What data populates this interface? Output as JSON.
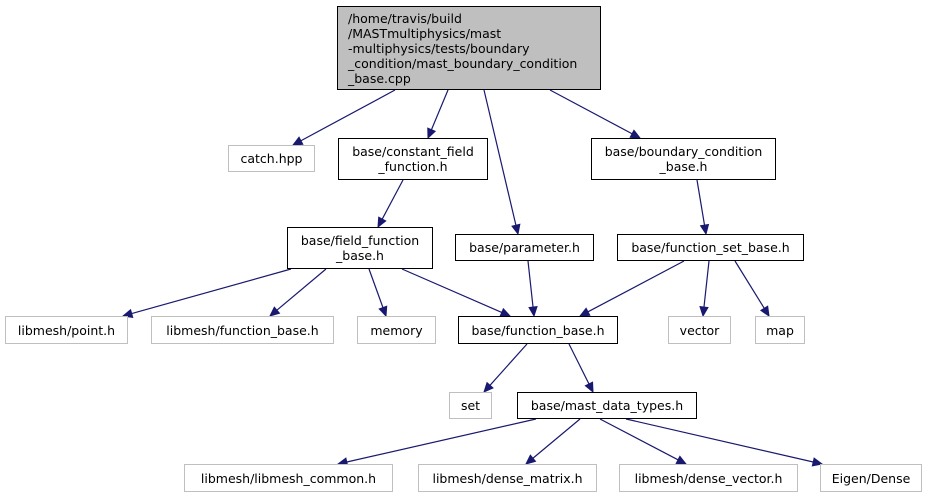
{
  "root": {
    "id": "root",
    "label": "/home/travis/build\n/MASTmultiphysics/mast\n-multiphysics/tests/boundary\n_condition/mast_boundary_condition\n_base.cpp"
  },
  "nodes": [
    {
      "id": "catch",
      "label": "catch.hpp",
      "kind": "external"
    },
    {
      "id": "constant_field",
      "label": "base/constant_field\n_function.h",
      "kind": "internal"
    },
    {
      "id": "bc_base",
      "label": "base/boundary_condition\n_base.h",
      "kind": "internal"
    },
    {
      "id": "field_function",
      "label": "base/field_function\n_base.h",
      "kind": "internal"
    },
    {
      "id": "parameter",
      "label": "base/parameter.h",
      "kind": "internal"
    },
    {
      "id": "function_set",
      "label": "base/function_set_base.h",
      "kind": "internal"
    },
    {
      "id": "point",
      "label": "libmesh/point.h",
      "kind": "external"
    },
    {
      "id": "lm_function_base",
      "label": "libmesh/function_base.h",
      "kind": "external"
    },
    {
      "id": "memory",
      "label": "memory",
      "kind": "external"
    },
    {
      "id": "function_base",
      "label": "base/function_base.h",
      "kind": "internal"
    },
    {
      "id": "vector",
      "label": "vector",
      "kind": "external"
    },
    {
      "id": "map",
      "label": "map",
      "kind": "external"
    },
    {
      "id": "set",
      "label": "set",
      "kind": "external"
    },
    {
      "id": "mast_data_types",
      "label": "base/mast_data_types.h",
      "kind": "internal"
    },
    {
      "id": "libmesh_common",
      "label": "libmesh/libmesh_common.h",
      "kind": "external"
    },
    {
      "id": "dense_matrix",
      "label": "libmesh/dense_matrix.h",
      "kind": "external"
    },
    {
      "id": "dense_vector",
      "label": "libmesh/dense_vector.h",
      "kind": "external"
    },
    {
      "id": "eigen",
      "label": "Eigen/Dense",
      "kind": "external"
    }
  ],
  "edges": [
    [
      "root",
      "catch"
    ],
    [
      "root",
      "constant_field"
    ],
    [
      "root",
      "parameter"
    ],
    [
      "root",
      "bc_base"
    ],
    [
      "constant_field",
      "field_function"
    ],
    [
      "bc_base",
      "function_set"
    ],
    [
      "field_function",
      "point"
    ],
    [
      "field_function",
      "lm_function_base"
    ],
    [
      "field_function",
      "memory"
    ],
    [
      "field_function",
      "function_base"
    ],
    [
      "parameter",
      "function_base"
    ],
    [
      "function_set",
      "function_base"
    ],
    [
      "function_set",
      "vector"
    ],
    [
      "function_set",
      "map"
    ],
    [
      "function_base",
      "set"
    ],
    [
      "function_base",
      "mast_data_types"
    ],
    [
      "mast_data_types",
      "libmesh_common"
    ],
    [
      "mast_data_types",
      "dense_matrix"
    ],
    [
      "mast_data_types",
      "dense_vector"
    ],
    [
      "mast_data_types",
      "eigen"
    ]
  ],
  "colors": {
    "edge": "#191970",
    "root_fill": "#bfbfbf",
    "internal_border": "#000000",
    "external_border": "#bfbfbf"
  }
}
